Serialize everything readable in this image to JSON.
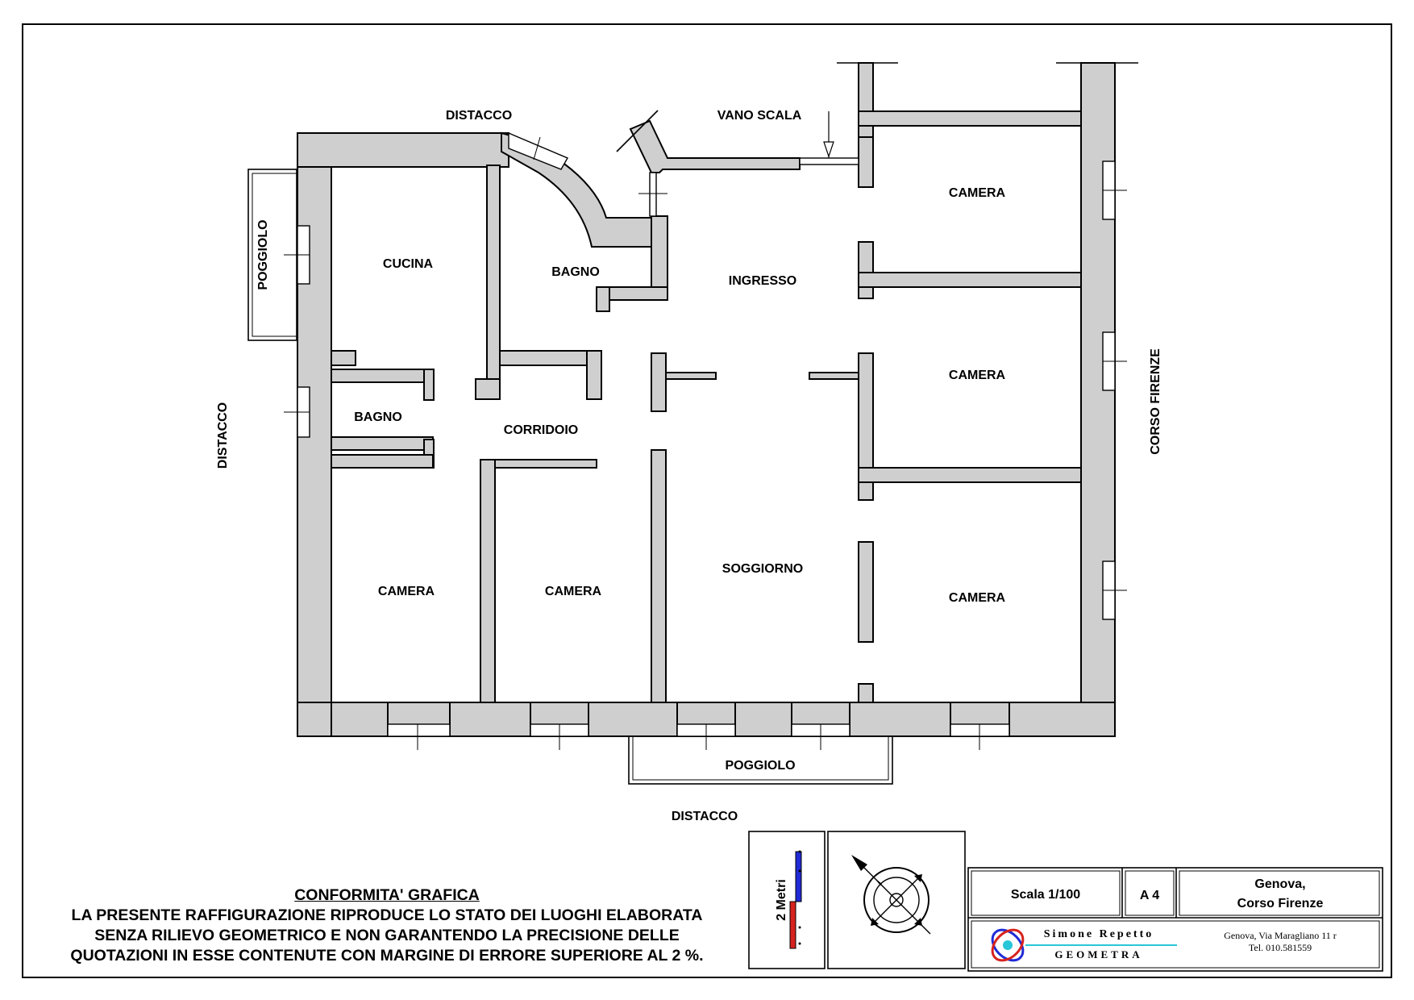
{
  "rooms": {
    "cucina": "CUCINA",
    "bagno_top": "BAGNO",
    "ingresso": "INGRESSO",
    "camera_top_right": "CAMERA",
    "camera_mid_right": "CAMERA",
    "bagno_left": "BAGNO",
    "corridoio": "CORRIDOIO",
    "camera_bottom_left": "CAMERA",
    "camera_bottom_mid": "CAMERA",
    "soggiorno": "SOGGIORNO",
    "camera_bottom_right": "CAMERA"
  },
  "surroundings": {
    "distacco_top": "DISTACCO",
    "vano_scala": "VANO SCALA",
    "poggiolo_left": "POGGIOLO",
    "distacco_left": "DISTACCO",
    "corso_firenze": "CORSO FIRENZE",
    "poggiolo_bottom": "POGGIOLO",
    "distacco_bottom": "DISTACCO"
  },
  "notes": {
    "title": "CONFORMITA' GRAFICA",
    "lines": [
      "LA PRESENTE RAFFIGURAZIONE RIPRODUCE LO STATO DEI LUOGHI ELABORATA",
      "SENZA RILIEVO GEOMETRICO E NON GARANTENDO LA PRECISIONE DELLE",
      "QUOTAZIONI IN ESSE CONTENUTE CON MARGINE DI ERRORE SUPERIORE AL 2 %."
    ]
  },
  "scale_bar": {
    "label": "2 Metri"
  },
  "title_block": {
    "scale": "Scala 1/100",
    "format": "A 4",
    "city": "Genova,",
    "street": "Corso Firenze",
    "firm_name": "Simone Repetto",
    "firm_role": "GEOMETRA",
    "address": "Genova, Via Maragliano 11 r",
    "phone": "Tel. 010.581559"
  },
  "colors": {
    "wall": "#cfcfcf",
    "scale_blue": "#1f2bd6",
    "scale_red": "#d6231f",
    "logo_cyan": "#27c6d8"
  }
}
